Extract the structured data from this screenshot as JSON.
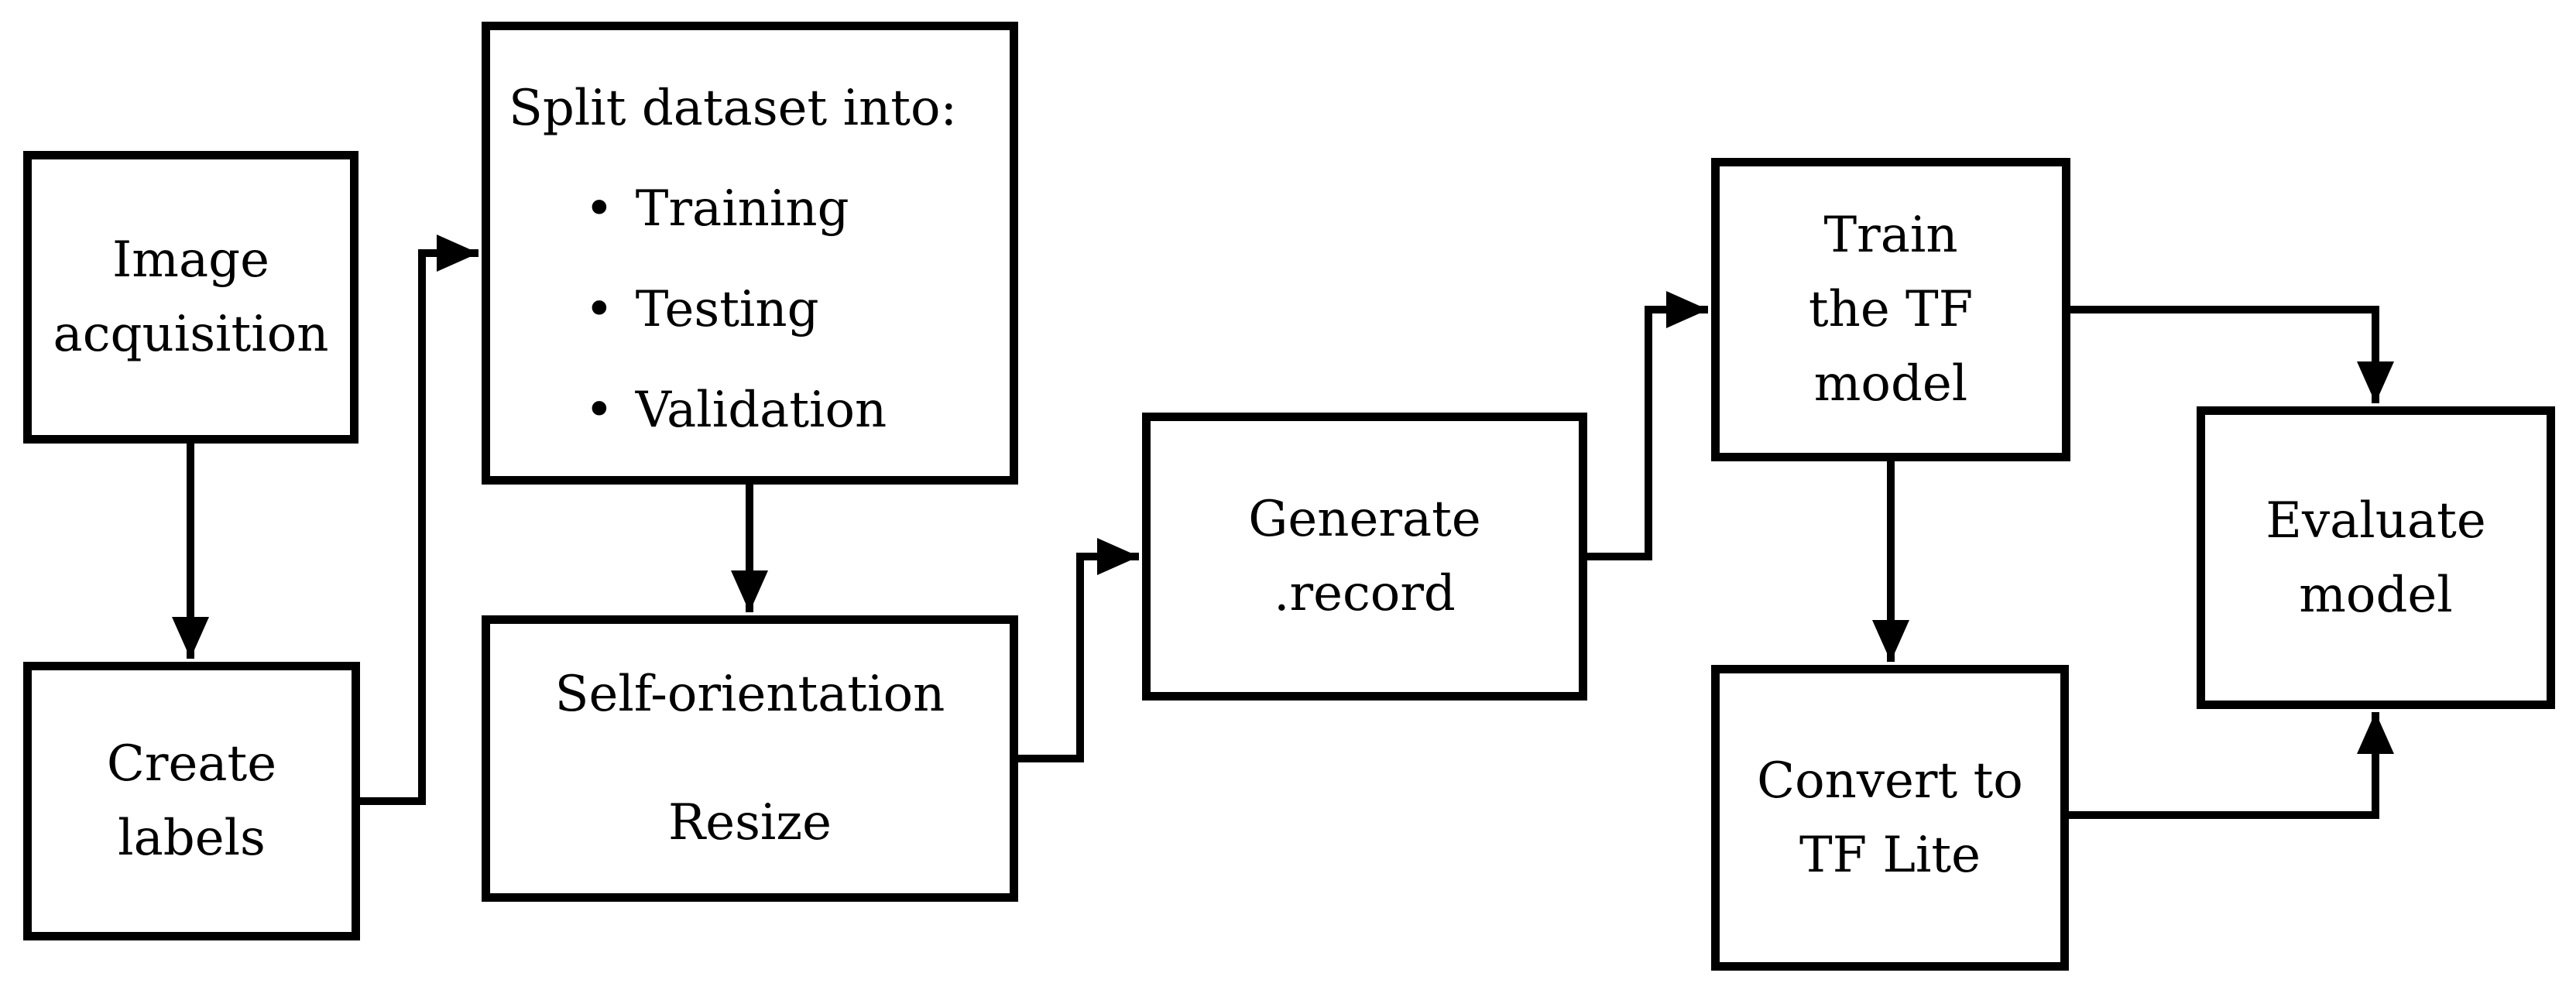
{
  "diagram": {
    "background": "#ffffff",
    "stroke_color": "#000000",
    "nodes": {
      "image_acquisition": {
        "label": "Image\nacquisition"
      },
      "create_labels": {
        "label": "Create\nlabels"
      },
      "split_dataset": {
        "title": "Split dataset into:",
        "bullet": "•",
        "items": [
          "Training",
          "Testing",
          "Validation"
        ]
      },
      "self_orientation": {
        "line1": "Self-orientation",
        "line2": "Resize"
      },
      "generate_record": {
        "label": "Generate\n.record"
      },
      "train_tf_model": {
        "label": "Train\nthe TF\nmodel"
      },
      "convert_tf_lite": {
        "label": "Convert to\nTF Lite"
      },
      "evaluate_model": {
        "label": "Evaluate\nmodel"
      }
    },
    "edges": [
      {
        "from": "image_acquisition",
        "to": "create_labels"
      },
      {
        "from": "create_labels",
        "to": "split_dataset"
      },
      {
        "from": "split_dataset",
        "to": "self_orientation"
      },
      {
        "from": "self_orientation",
        "to": "generate_record"
      },
      {
        "from": "generate_record",
        "to": "train_tf_model"
      },
      {
        "from": "train_tf_model",
        "to": "convert_tf_lite"
      },
      {
        "from": "train_tf_model",
        "to": "evaluate_model"
      },
      {
        "from": "convert_tf_lite",
        "to": "evaluate_model"
      }
    ]
  }
}
